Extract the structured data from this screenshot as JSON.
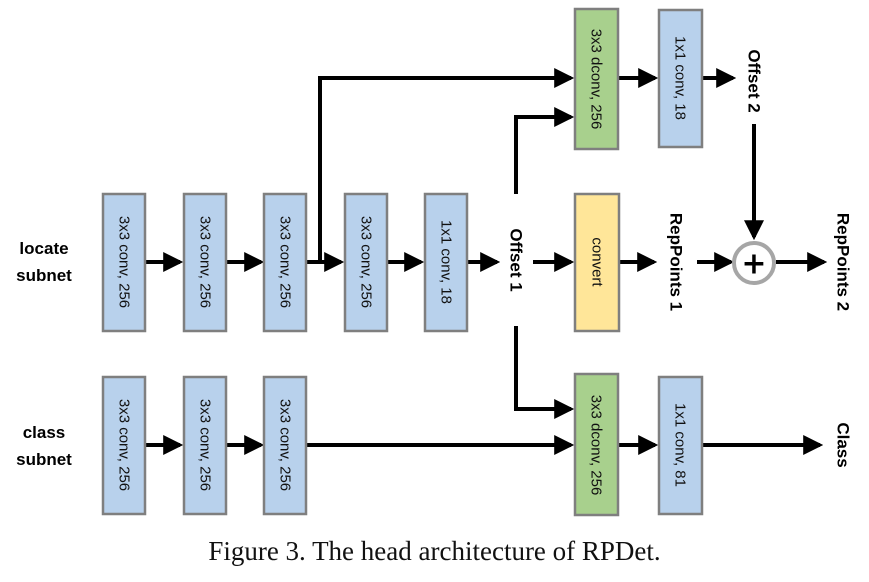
{
  "caption": "Figure 3. The head architecture of RPDet.",
  "side_labels": {
    "locate_line1": "locate",
    "locate_line2": "subnet",
    "class_line1": "class",
    "class_line2": "subnet"
  },
  "blocks": {
    "locate_conv1": "3x3 conv, 256",
    "locate_conv2": "3x3 conv, 256",
    "locate_conv3": "3x3 conv, 256",
    "locate_conv4": "3x3 conv, 256",
    "locate_conv5": "1x1 conv, 18",
    "convert": "convert",
    "refine_dconv": "3x3 dconv, 256",
    "refine_conv": "1x1 conv, 18",
    "class_conv1": "3x3 conv, 256",
    "class_conv2": "3x3 conv, 256",
    "class_conv3": "3x3 conv, 256",
    "class_dconv": "3x3 dconv, 256",
    "class_conv": "1x1 conv, 81"
  },
  "nodes": {
    "offset1": "Offset 1",
    "offset2": "Offset 2",
    "reppoints1": "RepPoints 1",
    "reppoints2": "RepPoints 2",
    "class": "Class",
    "plus": "+"
  },
  "colors": {
    "conv": "#b8d1ec",
    "dconv": "#a8d08d",
    "convert": "#ffe699",
    "border": "#7f7f7f",
    "arrow": "#000000"
  }
}
